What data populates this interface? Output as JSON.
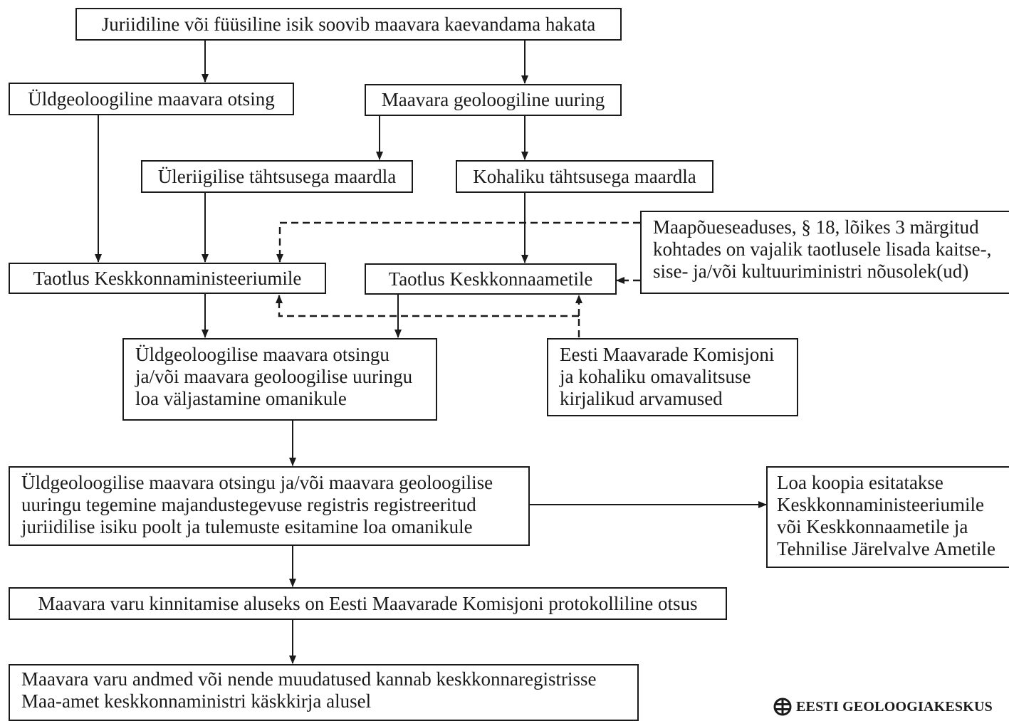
{
  "nodes": {
    "top": "Juriidiline või füüsiline isik soovib maavara kaevandama hakata",
    "general_search": "Üldgeoloogiline maavara otsing",
    "geo_survey": "Maavara geoloogiline uuring",
    "national_deposit": "Üleriigilise tähtsusega maardla",
    "local_deposit": "Kohaliku tähtsusega maardla",
    "consent_note": [
      "Maapõueseaduses, § 18, lõikes 3 märgitud",
      "kohtades on vajalik taotlusele lisada kaitse-,",
      "sise- ja/või kultuuriministri nõusolek(ud)"
    ],
    "app_ministry": "Taotlus Keskkonnaministeeriumile",
    "app_board": "Taotlus Keskkonnaametile",
    "permit_issue": [
      "Üldgeoloogilise maavara otsingu",
      "ja/või maavara geoloogilise uuringu",
      "loa väljastamine omanikule"
    ],
    "commission_opinion": [
      "Eesti Maavarade Komisjoni",
      "ja kohaliku omavalitsuse",
      "kirjalikud arvamused"
    ],
    "survey_execution": [
      "Üldgeoloogilise maavara otsingu ja/või maavara geoloogilise",
      "uuringu tegemine majandustegevuse registris registreeritud",
      "juriidilise isiku poolt ja tulemuste esitamine loa omanikule"
    ],
    "permit_copy": [
      "Loa koopia esitatakse",
      "Keskkonnaministeeriumile",
      "või Keskkonnaametile ja",
      "Tehnilise Järelvalve Ametile"
    ],
    "reserve_approval": "Maavara varu kinnitamise aluseks on Eesti Maavarade Komisjoni protokolliline otsus",
    "registry_entry": [
      "Maavara varu andmed või nende muudatused kannab keskkonnaregistrisse",
      "Maa-amet keskkonnaministri käskkirja alusel"
    ]
  },
  "logo": {
    "text": "EESTI GEOLOOGIAKESKUS",
    "icon": "geology-centre-logo-icon"
  }
}
